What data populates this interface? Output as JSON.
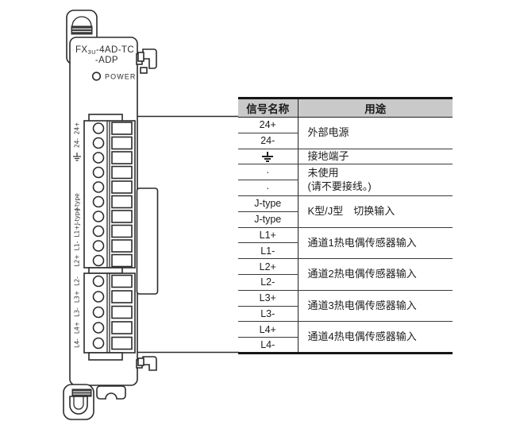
{
  "module": {
    "title_prefix": "FX",
    "title_sub": "3U",
    "title_suffix": "-4AD-TC",
    "title_line2": "-ADP",
    "power_label": "POWER",
    "terminals_upper": [
      "24+",
      "24-",
      "⏚",
      "",
      "",
      "J-type",
      "J-type",
      "L1+",
      "L1-",
      "L2+"
    ],
    "terminals_lower": [
      "L2-",
      "L3+",
      "L3-",
      "L4+",
      "L4-"
    ]
  },
  "table": {
    "headers": {
      "signal": "信号名称",
      "purpose": "用途"
    },
    "groups": [
      {
        "signals": [
          "24+",
          "24-"
        ],
        "purpose": "外部电源"
      },
      {
        "signals": [
          "⏚"
        ],
        "purpose": "接地端子"
      },
      {
        "signals": [
          "·",
          "·"
        ],
        "purpose": "未使用\n(请不要接线。)"
      },
      {
        "signals": [
          "J-type",
          "J-type"
        ],
        "purpose": "K型/J型　切换输入"
      },
      {
        "signals": [
          "L1+",
          "L1-"
        ],
        "purpose": "通道1热电偶传感器输入"
      },
      {
        "signals": [
          "L2+",
          "L2-"
        ],
        "purpose": "通道2热电偶传感器输入"
      },
      {
        "signals": [
          "L3+",
          "L3-"
        ],
        "purpose": "通道3热电偶传感器输入"
      },
      {
        "signals": [
          "L4+",
          "L4-"
        ],
        "purpose": "通道4热电偶传感器输入"
      }
    ]
  },
  "colors": {
    "line": "#2b2b2b",
    "header_bg": "#c9c9c9",
    "hatch": "#3d3d3d"
  }
}
